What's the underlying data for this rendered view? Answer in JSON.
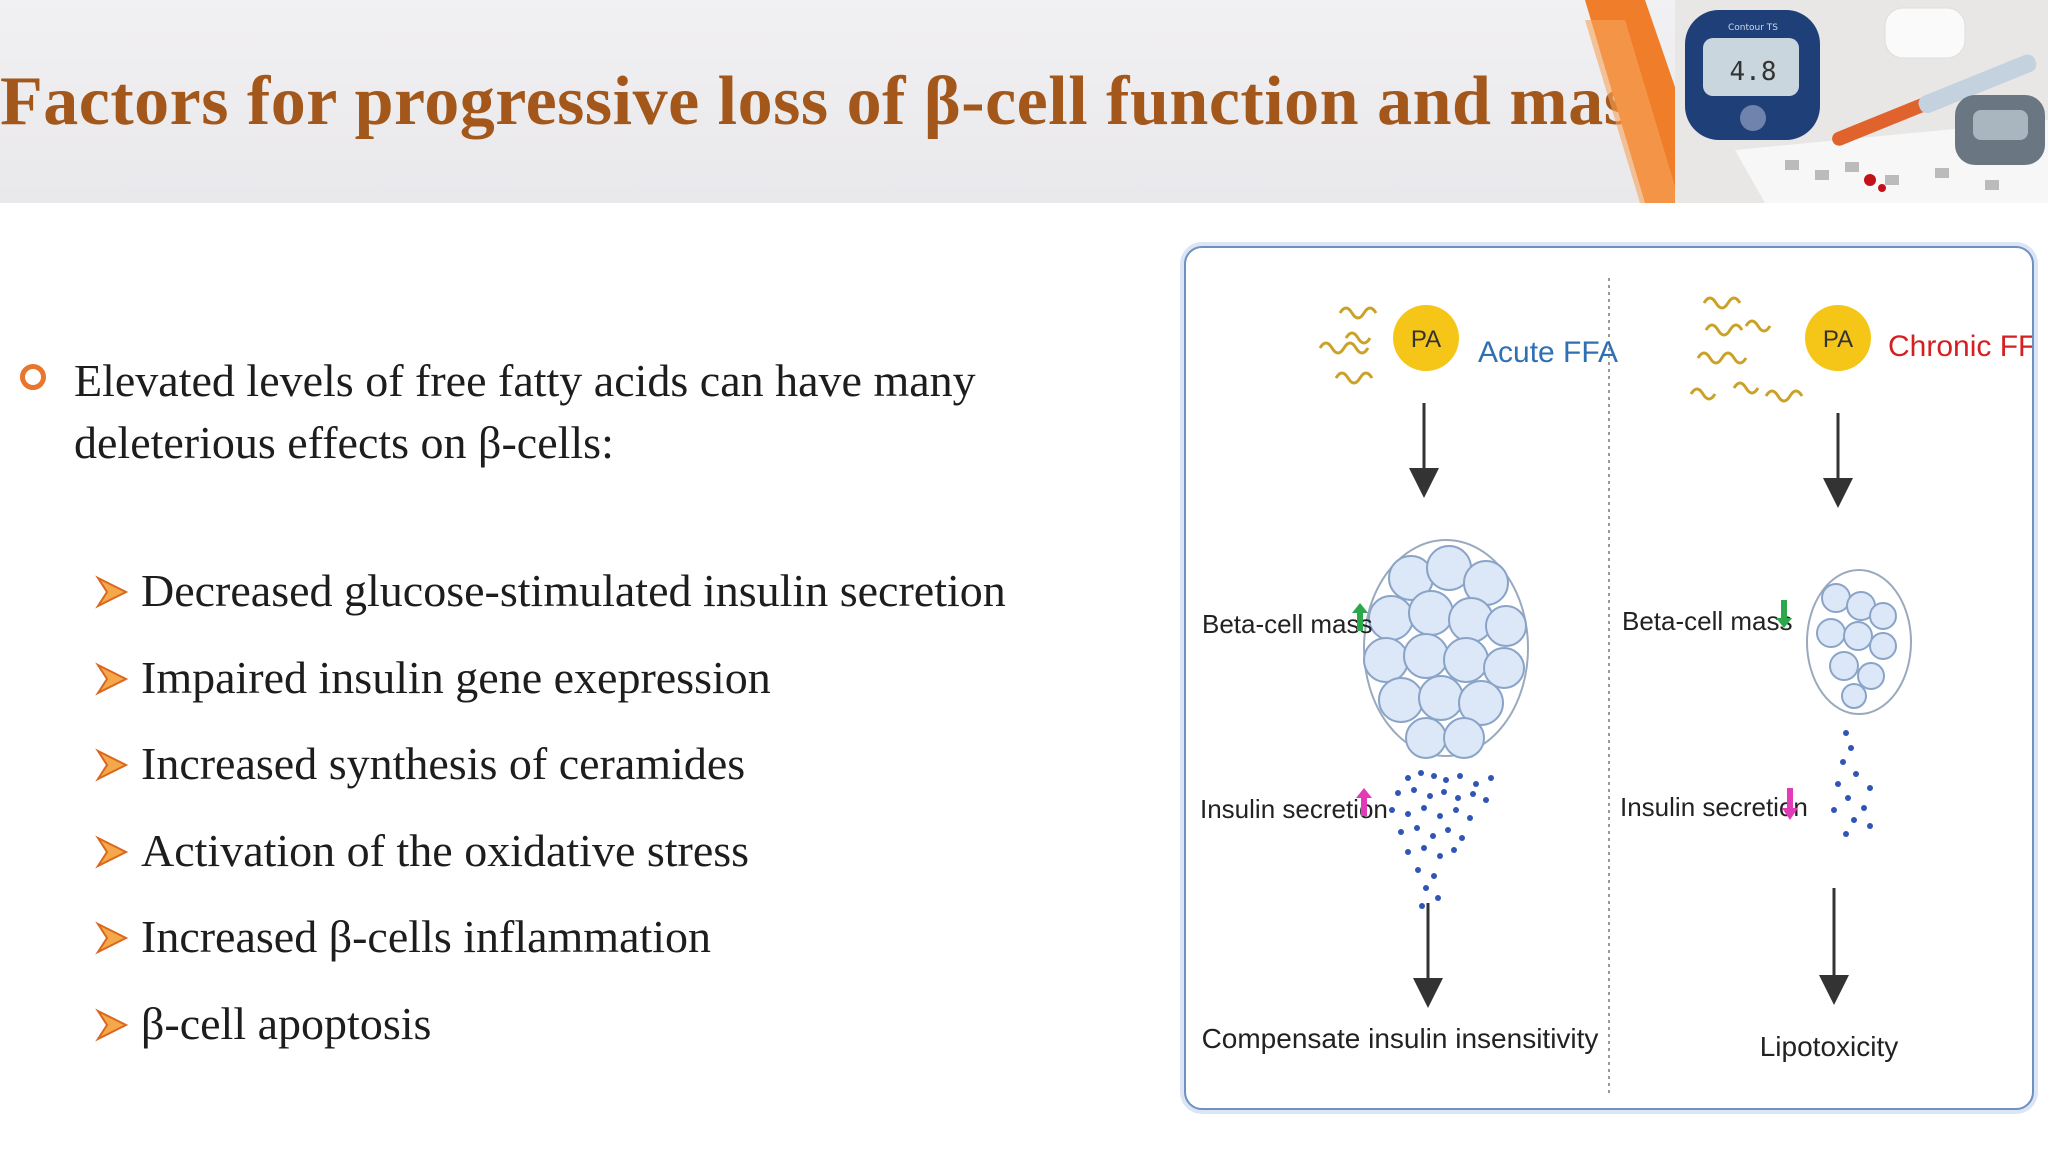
{
  "slide": {
    "title": "Factors for progressive loss of β-cell function and mass",
    "main_bullet": "Elevated levels of free fatty acids can have many deleterious effects on β-cells:",
    "sub_bullets": [
      "Decreased glucose-stimulated insulin secretion",
      "Impaired insulin gene exepression",
      "Increased synthesis of ceramides",
      "Activation of the oxidative stress",
      "Increased β-cells inflammation",
      "β-cell apoptosis"
    ]
  },
  "header_image": {
    "meter_label": "Contour TS",
    "meter_reading": "4.8"
  },
  "figure": {
    "left": {
      "pa_label": "PA",
      "condition": "Acute FFA",
      "beta_cell_mass": "Beta-cell mass",
      "insulin_secretion": "Insulin secretion",
      "outcome": "Compensate insulin insensitivity"
    },
    "right": {
      "pa_label": "PA",
      "condition": "Chronic FFA",
      "beta_cell_mass": "Beta-cell mass",
      "insulin_secretion": "Insulin secretion",
      "outcome": "Lipotoxicity"
    }
  },
  "colors": {
    "title": "#a3571a",
    "bullet_accent": "#e8762c",
    "pa_circle": "#f5c518",
    "acute_label": "#2f6fb3",
    "chronic_label": "#d42020",
    "arrow_up_mass": "#2aa84a",
    "arrow_secretion": "#e23bb8",
    "cell_fill": "#dce8f7",
    "insulin_dot": "#2f55b5"
  }
}
